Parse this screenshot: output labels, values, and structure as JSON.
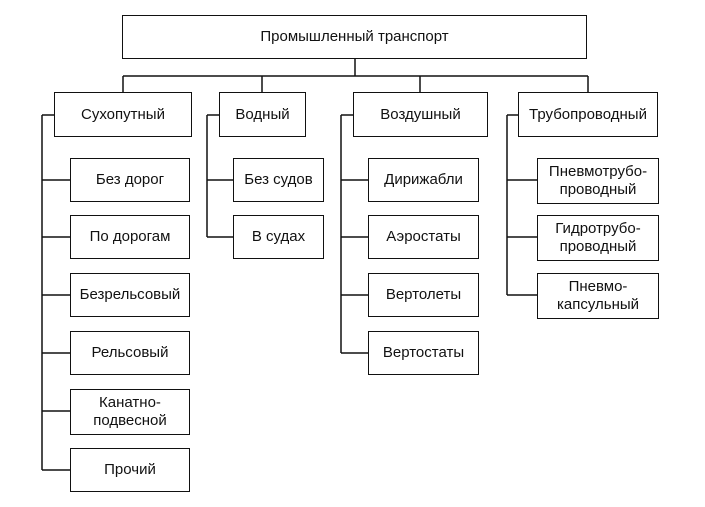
{
  "root": "Промышленный транспорт",
  "categories": [
    {
      "label": "Сухопутный",
      "items": [
        "Без дорог",
        "По дорогам",
        "Безрельсовый",
        "Рельсовый",
        "Канатно-\nподвесной",
        "Прочий"
      ]
    },
    {
      "label": "Водный",
      "items": [
        "Без судов",
        "В судах"
      ]
    },
    {
      "label": "Воздушный",
      "items": [
        "Дирижабли",
        "Аэростаты",
        "Вертолеты",
        "Вертостаты"
      ]
    },
    {
      "label": "Трубопроводный",
      "items": [
        "Пневмотрубо-\nпроводный",
        "Гидротрубо-\nпроводный",
        "Пневмо-\nкапсульный"
      ]
    }
  ]
}
